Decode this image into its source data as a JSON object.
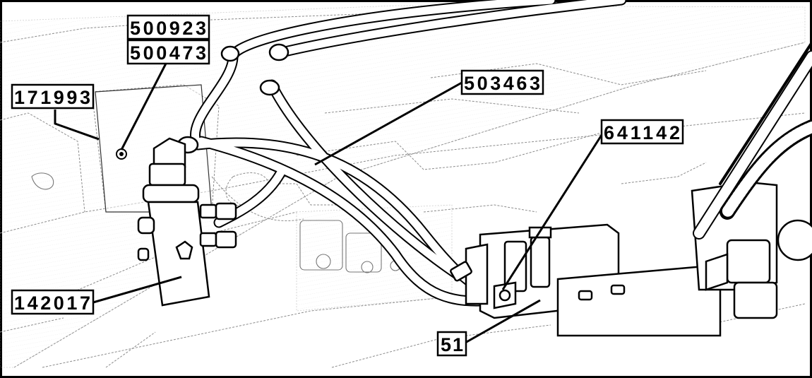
{
  "callouts": {
    "c500923": "500923",
    "c500473": "500473",
    "c171993": "171993",
    "c503463": "503463",
    "c641142": "641142",
    "c142017": "142017",
    "c51": "51"
  }
}
